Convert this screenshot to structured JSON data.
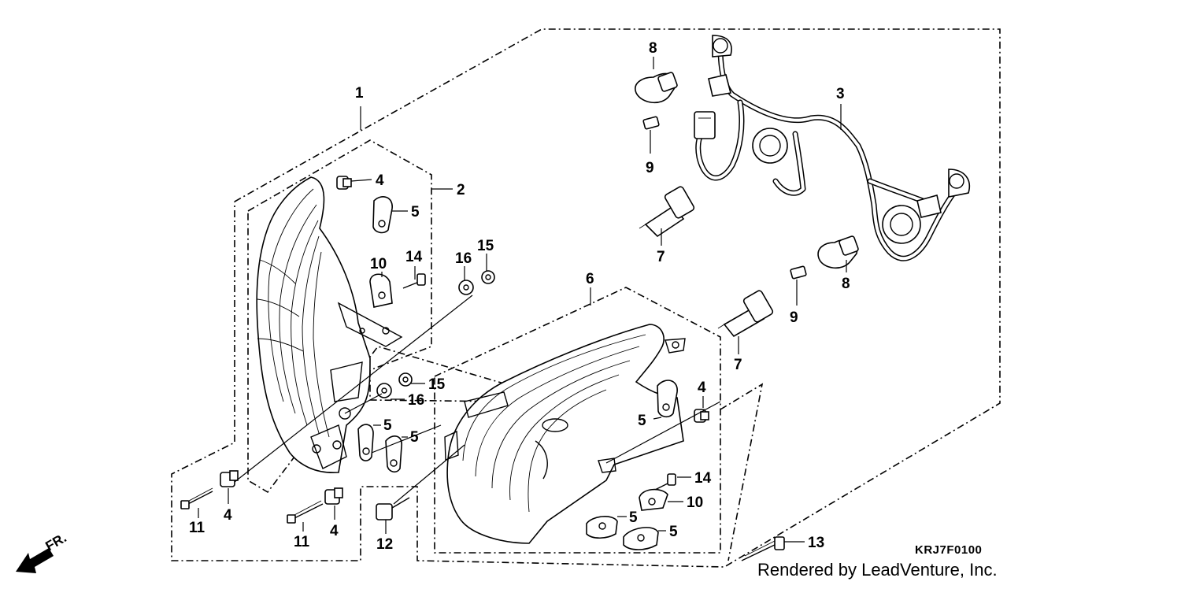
{
  "callouts": [
    {
      "id": "c1",
      "text": "1"
    },
    {
      "id": "c2",
      "text": "2"
    },
    {
      "id": "c3",
      "text": "3"
    },
    {
      "id": "c4a",
      "text": "4"
    },
    {
      "id": "c4b",
      "text": "4"
    },
    {
      "id": "c4c",
      "text": "4"
    },
    {
      "id": "c4d",
      "text": "4"
    },
    {
      "id": "c5a",
      "text": "5"
    },
    {
      "id": "c5b",
      "text": "5"
    },
    {
      "id": "c5c",
      "text": "5"
    },
    {
      "id": "c5d",
      "text": "5"
    },
    {
      "id": "c5e",
      "text": "5"
    },
    {
      "id": "c5f",
      "text": "5"
    },
    {
      "id": "c6",
      "text": "6"
    },
    {
      "id": "c7a",
      "text": "7"
    },
    {
      "id": "c7b",
      "text": "7"
    },
    {
      "id": "c8a",
      "text": "8"
    },
    {
      "id": "c8b",
      "text": "8"
    },
    {
      "id": "c9a",
      "text": "9"
    },
    {
      "id": "c9b",
      "text": "9"
    },
    {
      "id": "c10a",
      "text": "10"
    },
    {
      "id": "c10b",
      "text": "10"
    },
    {
      "id": "c11a",
      "text": "11"
    },
    {
      "id": "c11b",
      "text": "11"
    },
    {
      "id": "c12",
      "text": "12"
    },
    {
      "id": "c13",
      "text": "13"
    },
    {
      "id": "c14a",
      "text": "14"
    },
    {
      "id": "c14b",
      "text": "14"
    },
    {
      "id": "c15a",
      "text": "15"
    },
    {
      "id": "c15b",
      "text": "15"
    },
    {
      "id": "c16a",
      "text": "16"
    },
    {
      "id": "c16b",
      "text": "16"
    }
  ],
  "diagram_code": "KRJ7F0100",
  "credit": "Rendered by LeadVenture, Inc.",
  "direction_label": "FR."
}
